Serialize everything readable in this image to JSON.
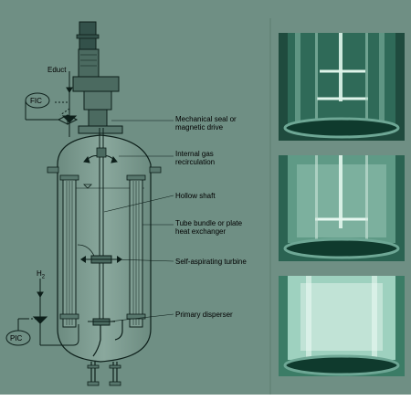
{
  "labels": {
    "educt": "Educt",
    "fic": "FIC",
    "pic": "PIC",
    "h2": "H",
    "h2_sub": "2",
    "mechanical_seal": "Mechanical seal or",
    "mechanical_seal_2": "magnetic drive",
    "internal_gas": "Internal gas",
    "internal_gas_2": "recirculation",
    "hollow_shaft": "Hollow shaft",
    "tube_bundle": "Tube bundle or plate",
    "tube_bundle_2": "heat exchanger",
    "turbine": "Self-aspirating turbine",
    "disperser": "Primary disperser"
  },
  "colors": {
    "background": "#6f8f84",
    "line": "#0d1f1a",
    "vessel": "#7f9d92",
    "photo_dark": "#0f3a2d",
    "photo_light": "#bfe0d3"
  },
  "photos": [
    "stirrer-calm",
    "bubbles-rising",
    "gas-dispersion"
  ]
}
